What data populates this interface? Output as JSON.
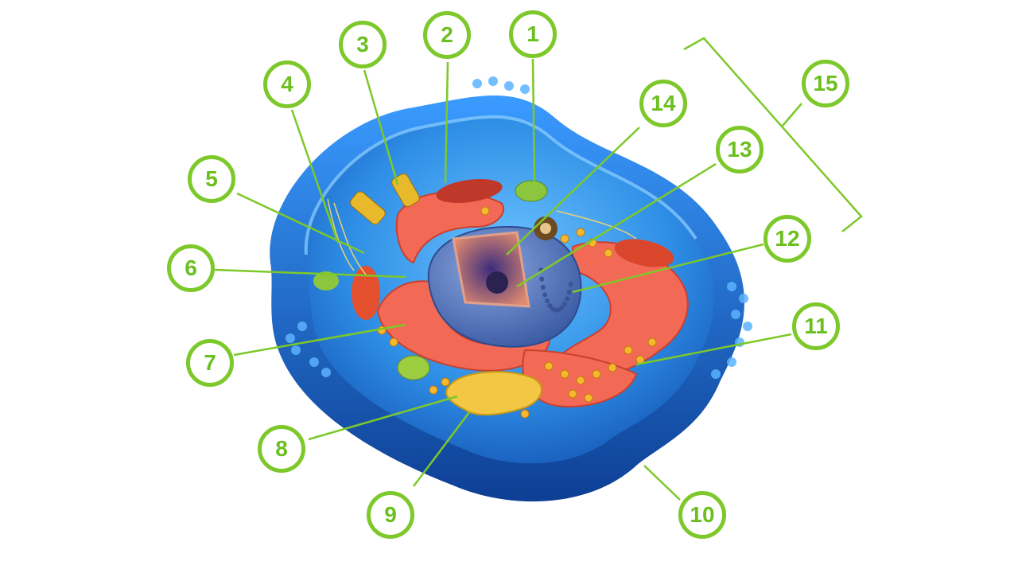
{
  "diagram": {
    "labels": [
      "1",
      "2",
      "3",
      "4",
      "5",
      "6",
      "7",
      "8",
      "9",
      "10",
      "11",
      "12",
      "13",
      "14",
      "15"
    ],
    "colors": {
      "label_green": "#7dc82a",
      "membrane_blue": "#1e6fd0",
      "cytoplasm_blue": "#2f8fe6",
      "reticulum_red": "#f26a55",
      "nucleus_blue": "#4f72b8",
      "golgi_yellow": "#f3c744",
      "mitochondria_red": "#d9462b",
      "chloroplast_green": "#8cc63f"
    },
    "icons": [
      "animal-cell-3d-model"
    ]
  }
}
